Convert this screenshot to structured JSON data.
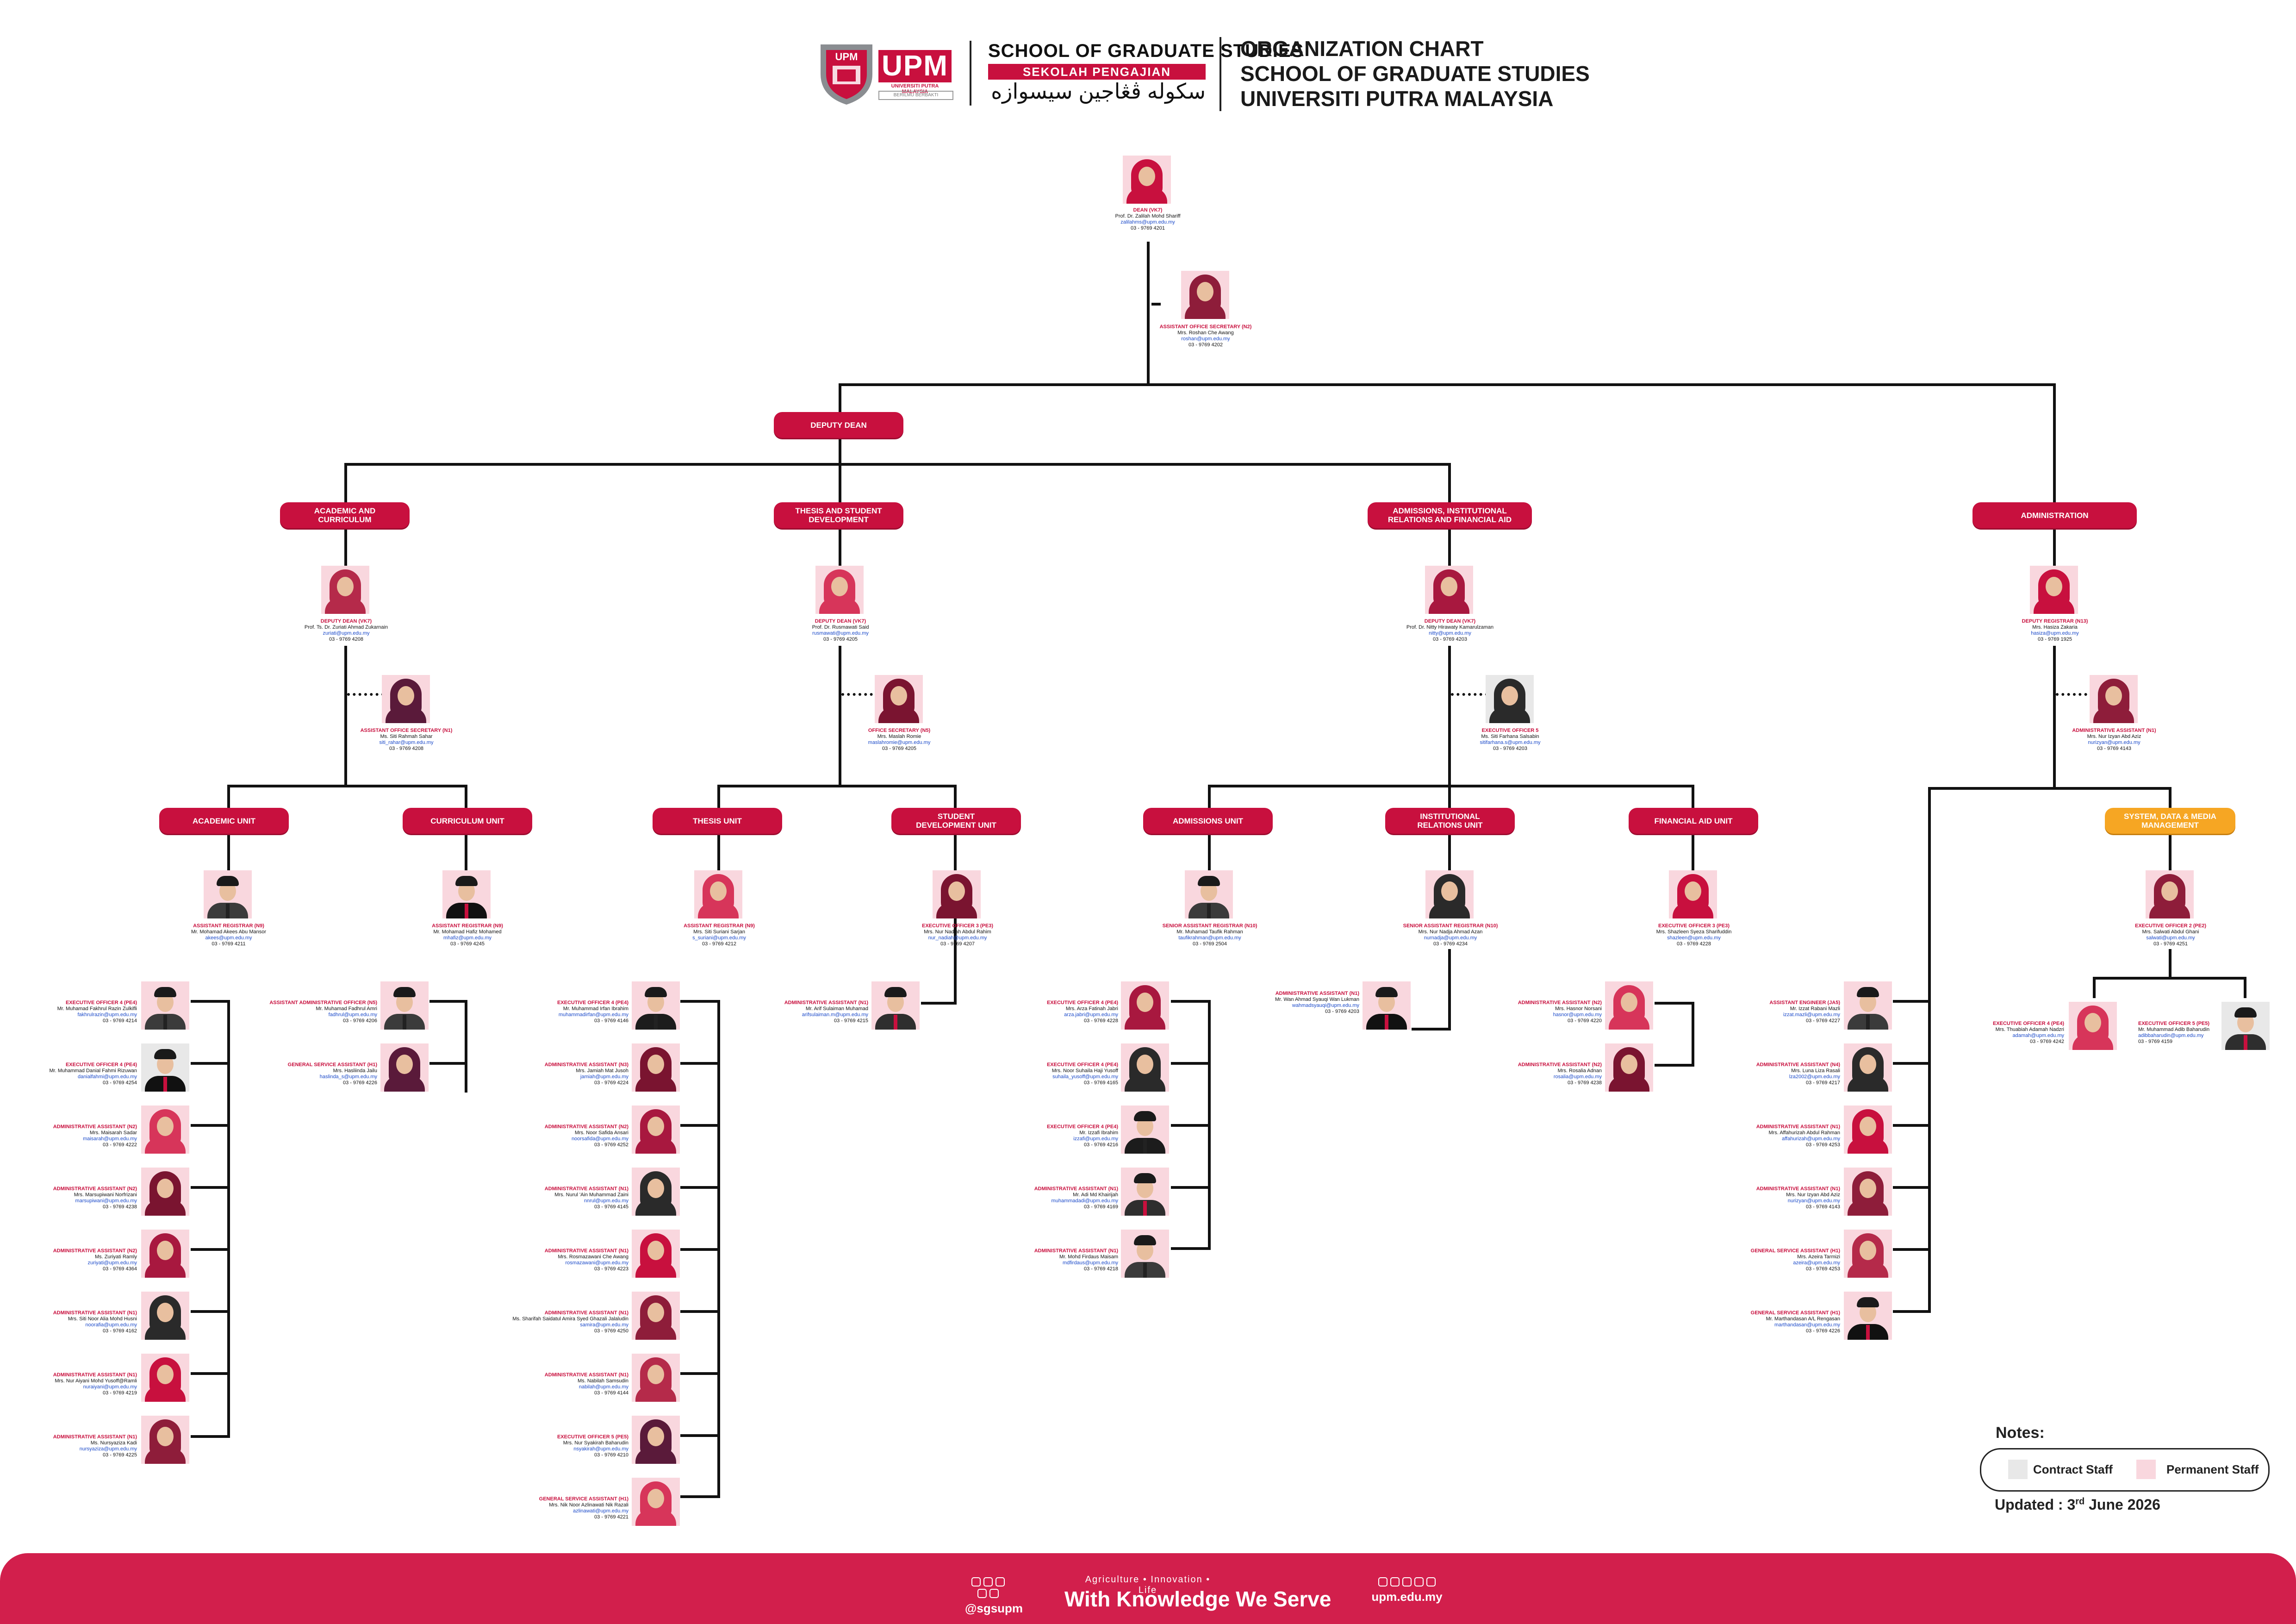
{
  "header": {
    "logo_word": "UPM",
    "logo_sub": "UNIVERSITI PUTRA MALAYSIA",
    "logo_motto": "BERILMU BERBAKTI",
    "school_en": "SCHOOL OF GRADUATE STUDIES",
    "school_ms": "SEKOLAH PENGAJIAN SISWAZAH",
    "school_jawi": "سکوله ڤڠاجين سيسوازه",
    "title_lines": [
      "ORGANIZATION CHART",
      "SCHOOL OF GRADUATE STUDIES",
      "UNIVERSITI PUTRA MALAYSIA"
    ]
  },
  "units": {
    "deputy_dean": "DEPUTY DEAN",
    "academic_curriculum": "ACADEMIC AND CURRICULUM",
    "thesis_student": "THESIS AND STUDENT DEVELOPMENT",
    "admissions_ir_fa": "ADMISSIONS, INSTITUTIONAL RELATIONS AND FINANCIAL AID",
    "administration": "ADMINISTRATION",
    "academic_unit": "ACADEMIC UNIT",
    "curriculum_unit": "CURRICULUM UNIT",
    "thesis_unit": "THESIS UNIT",
    "student_dev_unit": "STUDENT DEVELOPMENT UNIT",
    "admissions_unit": "ADMISSIONS UNIT",
    "ir_unit": "INSTITUTIONAL RELATIONS UNIT",
    "fa_unit": "FINANCIAL AID UNIT",
    "sdm_unit": "SYSTEM, DATA & MEDIA MANAGEMENT"
  },
  "people": {
    "dean": {
      "role": "DEAN (VK7)",
      "name": "Prof. Dr. Zalilah Mohd Shariff",
      "email": "zalilahms@upm.edu.my",
      "phone": "03 - 9769 4201"
    },
    "dean_sec": {
      "role": "ASSISTANT OFFICE SECRETARY (N2)",
      "name": "Mrs. Roshan Che Awang",
      "email": "roshan@upm.edu.my",
      "phone": "03 - 9769 4202"
    },
    "dd_ac": {
      "role": "DEPUTY DEAN (VK7)",
      "name": "Prof. Ts. Dr. Zuriati Ahmad Zukarnain",
      "email": "zuriati@upm.edu.my",
      "phone": "03 - 9769 4208"
    },
    "dd_ac_sec": {
      "role": "ASSISTANT OFFICE SECRETARY (N1)",
      "name": "Ms. Siti Rahmah Sahar",
      "email": "siti_rahar@upm.edu.my",
      "phone": "03 - 9769 4208"
    },
    "dd_th": {
      "role": "DEPUTY DEAN (VK7)",
      "name": "Prof. Dr. Rusmawati Said",
      "email": "rusmawati@upm.edu.my",
      "phone": "03 - 9769 4205"
    },
    "dd_th_sec": {
      "role": "OFFICE SECRETARY (N5)",
      "name": "Mrs. Maslah Romie",
      "email": "maslahromie@upm.edu.my",
      "phone": "03 - 9769 4205"
    },
    "dd_ad": {
      "role": "DEPUTY DEAN (VK7)",
      "name": "Prof. Dr. Nitty Hirawaty Kamarulzaman",
      "email": "nitty@upm.edu.my",
      "phone": "03 - 9769 4203"
    },
    "dd_ad_eo": {
      "role": "EXECUTIVE OFFICER 5",
      "name": "Ms. Siti Farhana Salsabin",
      "email": "sitifarhana.s@upm.edu.my",
      "phone": "03 - 9769 4203"
    },
    "dr_adm": {
      "role": "DEPUTY REGISTRAR (N13)",
      "name": "Mrs. Hasiza Zakaria",
      "email": "hasiza@upm.edu.my",
      "phone": "03 - 9769 1925"
    },
    "dr_adm_aa": {
      "role": "ADMINISTRATIVE ASSISTANT (N1)",
      "name": "Mrs. Nur Izyan Abd Aziz",
      "email": "nurizyan@upm.edu.my",
      "phone": "03 - 9769 4143"
    },
    "ar_acad": {
      "role": "ASSISTANT REGISTRAR (N9)",
      "name": "Mr. Mohamad Akees Abu Mansor",
      "email": "akees@upm.edu.my",
      "phone": "03 - 9769 4211"
    },
    "ar_curr": {
      "role": "ASSISTANT REGISTRAR (N9)",
      "name": "Mr. Mohamad Hafiz Mohamed",
      "email": "mhafiz@upm.edu.my",
      "phone": "03 - 9769 4245"
    },
    "ar_thesis": {
      "role": "ASSISTANT REGISTRAR (N9)",
      "name": "Mrs. Siti Suriani Sarjan",
      "email": "s_suriani@upm.edu.my",
      "phone": "03 - 9769 4212"
    },
    "eo_sd": {
      "role": "EXECUTIVE OFFICER 3 (PE3)",
      "name": "Mrs. Nur Nadiah Abdul Rahim",
      "email": "nur_nadiah@upm.edu.my",
      "phone": "03 - 9769 4207"
    },
    "sar_adm": {
      "role": "SENIOR ASSISTANT REGISTRAR (N10)",
      "name": "Mr. Muhamad Taufik Rahman",
      "email": "taufikrahman@upm.edu.my",
      "phone": "03 - 9769 2504"
    },
    "sar_ir": {
      "role": "SENIOR ASSISTANT REGISTRAR (N10)",
      "name": "Mrs. Nur Nadja Ahmad Azan",
      "email": "nurnadja@upm.edu.my",
      "phone": "03 - 9769 4234"
    },
    "eo_fa": {
      "role": "EXECUTIVE OFFICER 3 (PE3)",
      "name": "Mrs. Shazleen Syeza Sharifuddin",
      "email": "shazleen@upm.edu.my",
      "phone": "03 - 9769 4228"
    },
    "eo_sdm": {
      "role": "EXECUTIVE OFFICER 2 (PE2)",
      "name": "Mrs. Salwati Abdul Ghani",
      "email": "salwati@upm.edu.my",
      "phone": "03 - 9769 4251"
    }
  },
  "staff": {
    "academic": [
      {
        "role": "EXECUTIVE OFFICER 4 (PE4)",
        "name": "Mr. Muhamad Fakhrul Razin Zulkifli",
        "email": "fakhrulrazin@upm.edu.my",
        "phone": "03 - 9769 4214"
      },
      {
        "role": "EXECUTIVE OFFICER 4 (PE4)",
        "name": "Mr. Muhammad Danial Fahmi Rizuwan",
        "email": "danialfahmi@upm.edu.my",
        "phone": "03 - 9769 4254"
      },
      {
        "role": "ADMINISTRATIVE ASSISTANT (N2)",
        "name": "Mrs. Maisarah Sadar",
        "email": "maisarah@upm.edu.my",
        "phone": "03 - 9769 4222"
      },
      {
        "role": "ADMINISTRATIVE ASSISTANT (N2)",
        "name": "Mrs. Marsupiwani Norfrizani",
        "email": "marsupiwani@upm.edu.my",
        "phone": "03 - 9769 4238"
      },
      {
        "role": "ADMINISTRATIVE ASSISTANT (N2)",
        "name": "Ms. Zuriyati Ramly",
        "email": "zuriyati@upm.edu.my",
        "phone": "03 - 9769 4364"
      },
      {
        "role": "ADMINISTRATIVE ASSISTANT (N1)",
        "name": "Mrs. Siti Noor Alia Mohd Husni",
        "email": "noorafia@upm.edu.my",
        "phone": "03 - 9769 4162"
      },
      {
        "role": "ADMINISTRATIVE ASSISTANT (N1)",
        "name": "Mrs. Nur Aiyani Mohd Yusoff@Ramli",
        "email": "nuraiyani@upm.edu.my",
        "phone": "03 - 9769 4219"
      },
      {
        "role": "ADMINISTRATIVE ASSISTANT (N1)",
        "name": "Ms. Nursyaziza Kadi",
        "email": "nursyaziza@upm.edu.my",
        "phone": "03 - 9769 4225"
      }
    ],
    "curriculum": [
      {
        "role": "ASSISTANT ADMINISTRATIVE OFFICER (N5)",
        "name": "Mr. Muhamad Fadhrul Amri",
        "email": "fadhrul@upm.edu.my",
        "phone": "03 - 9769 4206"
      },
      {
        "role": "GENERAL SERVICE ASSISTANT (H1)",
        "name": "Mrs. Hasliinda Jailu",
        "email": "haslinda_s@upm.edu.my",
        "phone": "03 - 9769 4226"
      }
    ],
    "thesis": [
      {
        "role": "EXECUTIVE OFFICER 4 (PE4)",
        "name": "Mr. Muhammad Irfan Ibrahim",
        "email": "muhammadirfan@upm.edu.my",
        "phone": "03 - 9769 4146"
      },
      {
        "role": "ADMINISTRATIVE ASSISTANT (N3)",
        "name": "Mrs. Jamiah Mat Jusoh",
        "email": "jamiah@upm.edu.my",
        "phone": "03 - 9769 4224"
      },
      {
        "role": "ADMINISTRATIVE ASSISTANT (N2)",
        "name": "Mrs. Noor Safida Ansari",
        "email": "noorsafida@upm.edu.my",
        "phone": "03 - 9769 4252"
      },
      {
        "role": "ADMINISTRATIVE ASSISTANT (N1)",
        "name": "Mrs. Nurul 'Ain Muhammad Zaini",
        "email": "nnrul@upm.edu.my",
        "phone": "03 - 9769 4145"
      },
      {
        "role": "ADMINISTRATIVE ASSISTANT (N1)",
        "name": "Mrs. Rosmazawani Che Awang",
        "email": "rosmazawani@upm.edu.my",
        "phone": "03 - 9769 4223"
      },
      {
        "role": "ADMINISTRATIVE ASSISTANT (N1)",
        "name": "Ms. Sharifah Saidatul Amira Syed Ghazali Jalaludin",
        "email": "samira@upm.edu.my",
        "phone": "03 - 9769 4250"
      },
      {
        "role": "ADMINISTRATIVE ASSISTANT (N1)",
        "name": "Ms. Nabilah Samsudin",
        "email": "nabilah@upm.edu.my",
        "phone": "03 - 9769 4144"
      },
      {
        "role": "EXECUTIVE OFFICER 5 (PE5)",
        "name": "Mrs. Nur Syakirah Baharudin",
        "email": "nsyakirah@upm.edu.my",
        "phone": "03 - 9769 4210"
      },
      {
        "role": "GENERAL SERVICE ASSISTANT (H1)",
        "name": "Mrs. Nik Noor Azlinawati Nik Razali",
        "email": "azlinawati@upm.edu.my",
        "phone": "03 - 9769 4221"
      }
    ],
    "student_dev": [
      {
        "role": "ADMINISTRATIVE ASSISTANT (N1)",
        "name": "Mr. Arif Sulaiman Muhamad",
        "email": "arifsulaiman.m@upm.edu.my",
        "phone": "03 - 9769 4215"
      }
    ],
    "admissions": [
      {
        "role": "EXECUTIVE OFFICER 4 (PE4)",
        "name": "Mrs. Arza Fatinah Jabri",
        "email": "arza.jabri@upm.edu.my",
        "phone": "03 - 9769 4228"
      },
      {
        "role": "EXECUTIVE OFFICER 4 (PE4)",
        "name": "Mrs. Noor Suhaila Haji Yusoff",
        "email": "suhaila_yusoff@upm.edu.my",
        "phone": "03 - 9769 4165"
      },
      {
        "role": "EXECUTIVE OFFICER 4 (PE4)",
        "name": "Mr. Izzafi Ibrahim",
        "email": "izzafi@upm.edu.my",
        "phone": "03 - 9769 4216"
      },
      {
        "role": "ADMINISTRATIVE ASSISTANT (N1)",
        "name": "Mr. Adi Md Khairijah",
        "email": "muhammadadi@upm.edu.my",
        "phone": "03 - 9769 4169"
      },
      {
        "role": "ADMINISTRATIVE ASSISTANT (N1)",
        "name": "Mr. Mohd Firdaus Maisam",
        "email": "mdfirdaus@upm.edu.my",
        "phone": "03 - 9769 4218"
      }
    ],
    "ir": [
      {
        "role": "ADMINISTRATIVE ASSISTANT (N1)",
        "name": "Mr. Wan Ahmad Syauqi Wan Lukman",
        "email": "wahmadsyauqi@upm.edu.my",
        "phone": "03 - 9769 4203"
      }
    ],
    "fa": [
      {
        "role": "ADMINISTRATIVE ASSISTANT (N2)",
        "name": "Mrs. Hasnor Norsani",
        "email": "hasnor@upm.edu.my",
        "phone": "03 - 9769 4220"
      },
      {
        "role": "ADMINISTRATIVE ASSISTANT (N2)",
        "name": "Mrs. Rosalia Adnan",
        "email": "rosalia@upm.edu.my",
        "phone": "03 - 9769 4238"
      }
    ],
    "administration": [
      {
        "role": "ASSISTANT ENGINEER (JA5)",
        "name": "Mr. Izzat Rabani Mazli",
        "email": "izzat.mazli@upm.edu.my",
        "phone": "03 - 9769 4227"
      },
      {
        "role": "ADMINISTRATIVE ASSISTANT (N4)",
        "name": "Mrs. Luna Liza Rasali",
        "email": "lza2002@upm.edu.my",
        "phone": "03 - 9769 4217"
      },
      {
        "role": "ADMINISTRATIVE ASSISTANT (N1)",
        "name": "Mrs. Affahurizah Abdul Rahman",
        "email": "affahurizah@upm.edu.my",
        "phone": "03 - 9769 4253"
      },
      {
        "role": "ADMINISTRATIVE ASSISTANT (N1)",
        "name": "Mrs. Nur Izyan Abd Aziz",
        "email": "nurizyan@upm.edu.my",
        "phone": "03 - 9769 4143"
      },
      {
        "role": "GENERAL SERVICE ASSISTANT (H1)",
        "name": "Mrs. Azeira Tarmizi",
        "email": "azeira@upm.edu.my",
        "phone": "03 - 9769 4253"
      },
      {
        "role": "GENERAL SERVICE ASSISTANT (H1)",
        "name": "Mr. Marthandasan A/L Rengasan",
        "email": "marthandasan@upm.edu.my",
        "phone": "03 - 9769 4226"
      }
    ],
    "sdm": [
      {
        "role": "EXECUTIVE OFFICER 4 (PE4)",
        "name": "Mrs. Thuabiah Adamah Nadzri",
        "email": "adamah@upm.edu.my",
        "phone": "03 - 9769 4242"
      },
      {
        "role": "EXECUTIVE OFFICER 5 (PE5)",
        "name": "Mr. Muhammad Adib Baharudin",
        "email": "adibbaharudin@upm.edu.my",
        "phone": "03 - 9769 4159"
      }
    ]
  },
  "notes": {
    "title": "Notes:",
    "contract": "Contract Staff",
    "permanent": "Permanent Staff",
    "updated_prefix": "Updated : 3",
    "updated_sup": "rd",
    "updated_suffix": " June 2026"
  },
  "footer": {
    "left_handle": "@sgsupm",
    "tagline_small": "Agriculture • Innovation • Life",
    "tagline": "With Knowledge We Serve",
    "right_handle": "upm.edu.my"
  },
  "colors": {
    "primary": "#c8103e",
    "accent_orange": "#f6a623",
    "permanent_bg": "#f9d7de",
    "contract_bg": "#e8e8e8",
    "footer": "#d21f4c"
  }
}
